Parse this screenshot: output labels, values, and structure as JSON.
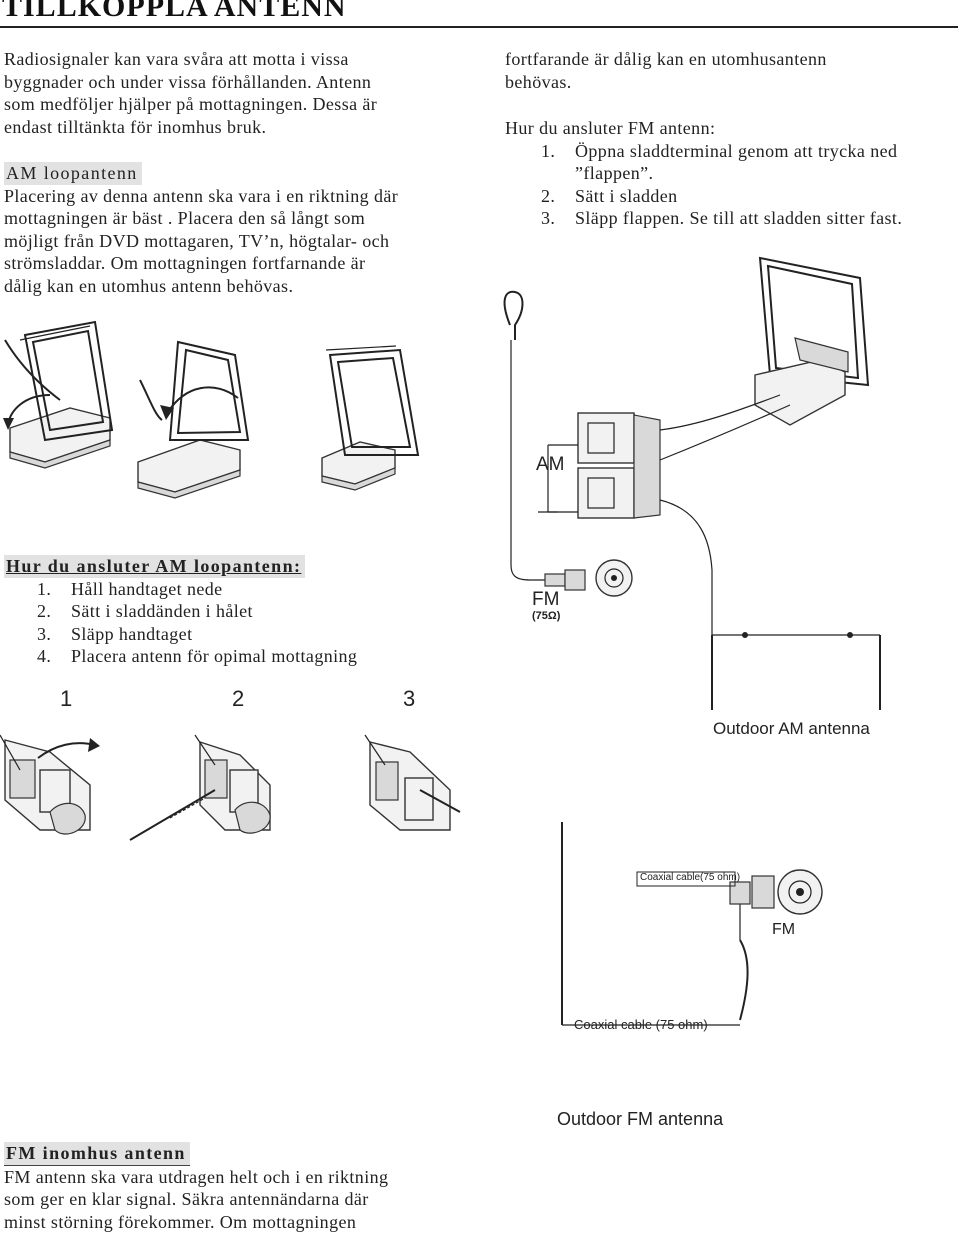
{
  "page_title": "TILLKOPPLA ANTENN",
  "intro": {
    "lines": [
      "Radiosignaler kan vara svåra att motta i vissa",
      "byggnader och under vissa förhållanden. Antenn",
      "som medföljer hjälper på mottagningen. Dessa är",
      "endast tilltänkta för inomhus bruk."
    ]
  },
  "am_section": {
    "heading": "AM loopantenn",
    "lines": [
      "Placering av denna antenn ska vara i en riktning där",
      "mottagningen är bäst . Placera den så långt som",
      "möjligt från DVD mottagaren, TV’n, högtalar- och",
      "strömsladdar. Om mottagningen fortfarnande är",
      "dålig kan en utomhus antenn behövas."
    ]
  },
  "right_intro": {
    "lines": [
      "fortfarande är dålig kan en utomhusantenn",
      "behövas."
    ]
  },
  "fm_connect": {
    "heading": "Hur du ansluter FM antenn:",
    "steps": [
      {
        "num": "1.",
        "text": "Öppna sladdterminal genom att trycka ned"
      },
      {
        "num": "",
        "text": "”flappen”."
      },
      {
        "num": "2.",
        "text": "Sätt i sladden"
      },
      {
        "num": "3.",
        "text": "Släpp flappen. Se till att sladden sitter fast."
      }
    ]
  },
  "am_connect": {
    "heading": "Hur du ansluter AM loopantenn:",
    "steps": [
      {
        "num": "1.",
        "text": "Håll handtaget nede"
      },
      {
        "num": "2.",
        "text": "Sätt i sladdänden i hålet"
      },
      {
        "num": "3.",
        "text": "Släpp handtaget"
      },
      {
        "num": "4.",
        "text": "Placera antenn för opimal mottagning"
      }
    ]
  },
  "figure_labels": {
    "am": "AM",
    "fm": "FM",
    "fm_ohm": "(75Ω)",
    "step1": "1",
    "step2": "2",
    "step3": "3",
    "outdoor_am": "Outdoor AM antenna",
    "coax_small": "Coaxial cable(75 ohm)",
    "fm_small": "FM",
    "coax_large": "Coaxial cable (75 ohm)",
    "outdoor_fm": "Outdoor FM antenna"
  },
  "fm_indoor": {
    "heading": "FM inomhus antenn",
    "lines": [
      "FM antenn ska vara utdragen helt och i en riktning",
      "som ger en klar signal. Säkra antennändarna där",
      "minst störning förekommer. Om mottagningen"
    ]
  }
}
